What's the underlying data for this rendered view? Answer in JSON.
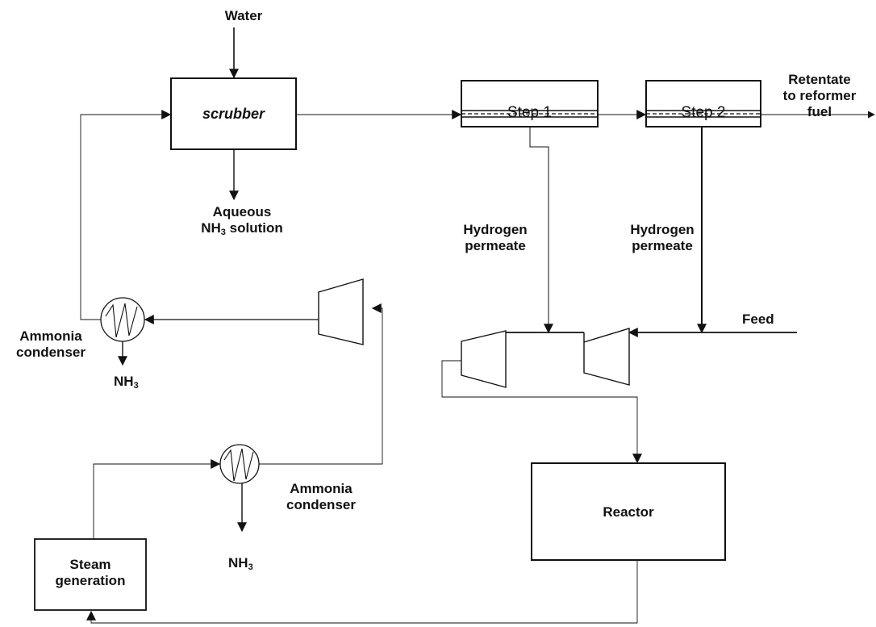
{
  "labels": {
    "water": "Water",
    "scrubber": "scrubber",
    "aqueous_line1": "Aqueous",
    "aqueous_line2_main": "NH",
    "aqueous_line2_sub": "3",
    "aqueous_line2_rest": " solution",
    "step1": "Step 1",
    "step2": "Step 2",
    "retentate_line1": "Retentate",
    "retentate_line2": "to reformer",
    "retentate_line3": "fuel",
    "hydrogen1_line1": "Hydrogen",
    "hydrogen1_line2": "permeate",
    "hydrogen2_line1": "Hydrogen",
    "hydrogen2_line2": "permeate",
    "feed": "Feed",
    "ammonia_condenser1_line1": "Ammonia",
    "ammonia_condenser1_line2": "condenser",
    "nh3_top_main": "NH",
    "nh3_top_sub": "3",
    "ammonia_condenser2_line1": "Ammonia",
    "ammonia_condenser2_line2": "condenser",
    "nh3_bottom_main": "NH",
    "nh3_bottom_sub": "3",
    "reactor": "Reactor",
    "steam_line1": "Steam",
    "steam_line2": "generation"
  }
}
